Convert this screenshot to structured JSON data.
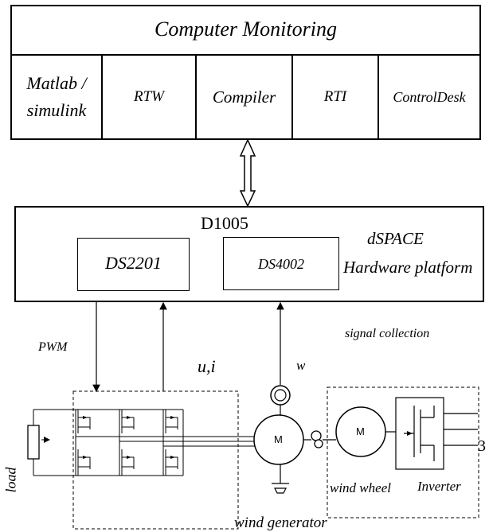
{
  "monitoring": {
    "title": "Computer Monitoring",
    "cells": [
      "Matlab /",
      "simulink",
      "RTW",
      "Compiler",
      "RTI",
      "ControlDesk"
    ]
  },
  "hardware": {
    "board": "D1005",
    "ds1": "DS2201",
    "ds2": "DS4002",
    "platform_line1": "dSPACE",
    "platform_line2": "Hardware platform"
  },
  "signals": {
    "pwm": "PWM",
    "ui": "u,i",
    "w": "w",
    "collection": "signal collection"
  },
  "components": {
    "load": "load",
    "motor1": "M",
    "motor2": "M",
    "wind_wheel": "wind wheel",
    "inverter": "Inverter",
    "wind_generator": "wind generator",
    "number": "3"
  }
}
